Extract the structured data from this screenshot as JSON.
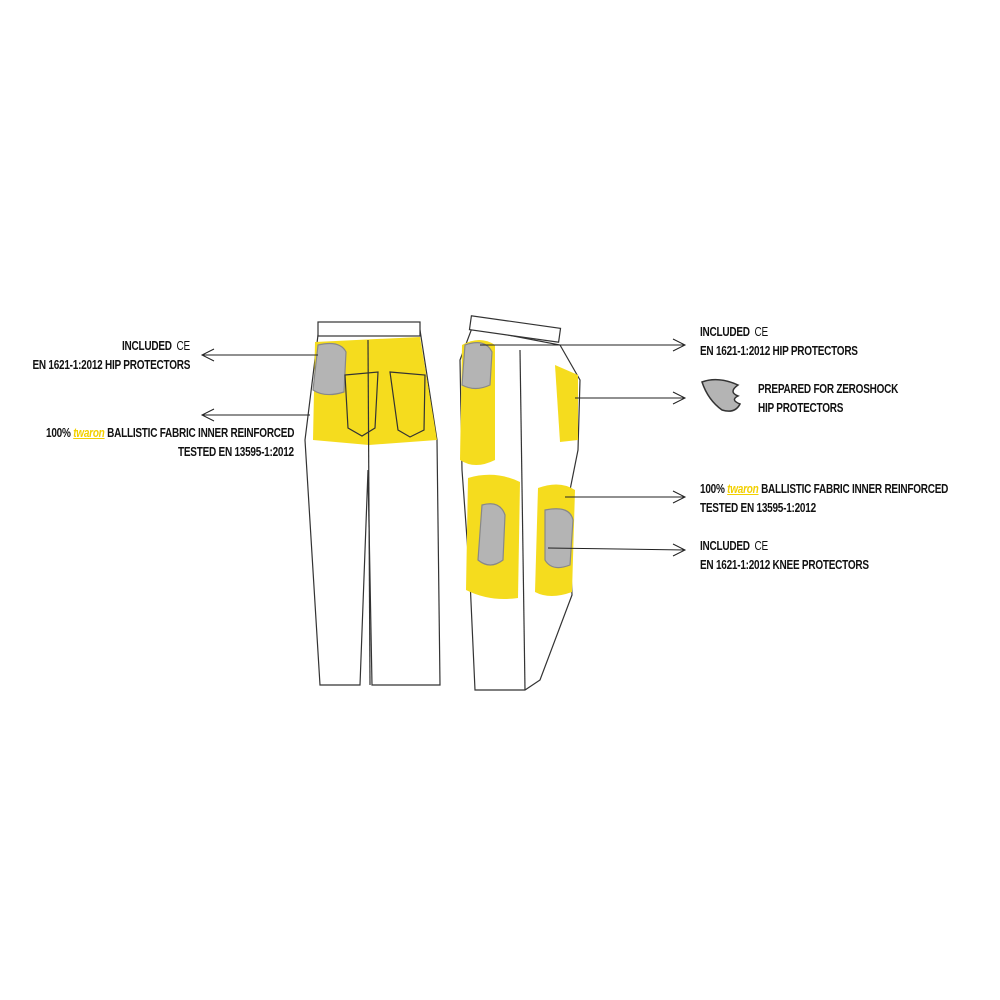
{
  "colors": {
    "highlight": "#f5dc1e",
    "protector": "#b4b4b4",
    "outline": "#333333"
  },
  "left_labels": [
    {
      "line1": "INCLUDED",
      "mark": "CE",
      "line2": "EN 1621-1:2012 HIP PROTECTORS"
    },
    {
      "prefix": "100%",
      "brand": "twaron",
      "suffix": "BALLISTIC FABRIC INNER REINFORCED",
      "line2": "TESTED EN 13595-1:2012"
    }
  ],
  "right_labels": [
    {
      "line1": "INCLUDED",
      "mark": "CE",
      "line2": "EN 1621-1:2012 HIP PROTECTORS"
    },
    {
      "line1": "PREPARED FOR ZEROSHOCK",
      "line2": "HIP PROTECTORS",
      "icon": "zeroshock-protector-icon"
    },
    {
      "prefix": "100%",
      "brand": "twaron",
      "suffix": "BALLISTIC FABRIC INNER REINFORCED",
      "line2": "TESTED EN 13595-1:2012"
    },
    {
      "line1": "INCLUDED",
      "mark": "CE",
      "line2": "EN 1621-1:2012 KNEE PROTECTORS"
    }
  ]
}
